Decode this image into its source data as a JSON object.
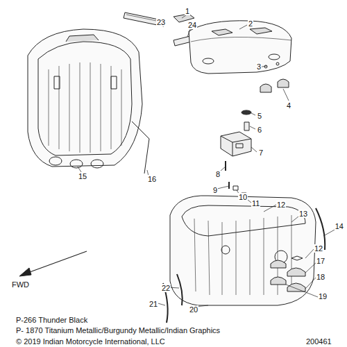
{
  "diagram": {
    "labels": [
      "23",
      "24",
      "1",
      "2",
      "3",
      "4",
      "5",
      "6",
      "7",
      "8",
      "9",
      "10",
      "11",
      "12",
      "13",
      "14",
      "15",
      "16",
      "FWD",
      "22",
      "21",
      "20",
      "12",
      "17",
      "18",
      "19",
      "P-266  Thunder Black",
      "P- 1870 Titanium Metallic/Burgundy Metallic/Indian Graphics",
      "© 2019 Indian Motorcycle International, LLC",
      "200461"
    ]
  }
}
